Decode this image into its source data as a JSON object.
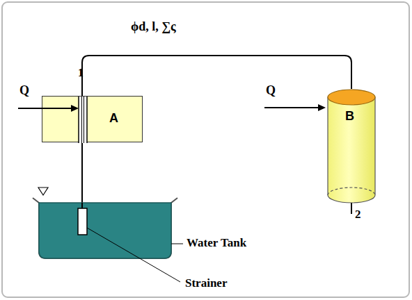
{
  "diagram": {
    "nodes": [
      {
        "text": [
          "A"
        ]
      },
      {
        "text": [
          "B"
        ]
      }
    ],
    "edges": [
      {
        "from": 0,
        "to": 1,
        "arrow": "none",
        "label": "ϕd, l, ∑ς"
      }
    ],
    "labels": [
      "1",
      "Q",
      "Q",
      "2",
      "Water Tank",
      "Strainer"
    ]
  }
}
